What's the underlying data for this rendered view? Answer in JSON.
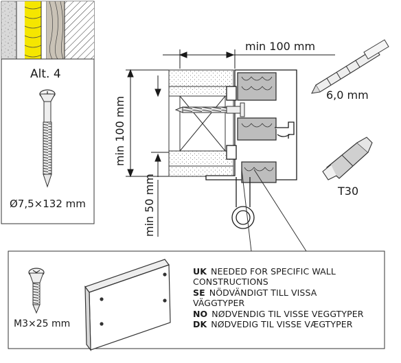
{
  "screw_alt": {
    "label": "Alt. 4",
    "spec": "Ø7,5×132 mm"
  },
  "dimensions": {
    "top_width": "min 100 mm",
    "vertical_height": "min 100 mm",
    "bottom_offset": "min 50 mm"
  },
  "tools": {
    "drill_bit": "6,0 mm",
    "torx_bit": "T30"
  },
  "accessory_panel": {
    "small_screw_spec": "M3×25 mm",
    "notes": [
      {
        "code": "UK",
        "text": "NEEDED FOR SPECIFIC WALL",
        "text2": "CONSTRUCTIONS"
      },
      {
        "code": "SE",
        "text": "NÖDVÄNDIGT TILL VISSA",
        "text2": "VÄGGTYPER"
      },
      {
        "code": "NO",
        "text": "NØDVENDIG TIL VISSE VEGGTYPER",
        "text2": ""
      },
      {
        "code": "DK",
        "text": "NØDVEDIG TIL VISSE VÆGTYPER",
        "text2": ""
      }
    ]
  }
}
